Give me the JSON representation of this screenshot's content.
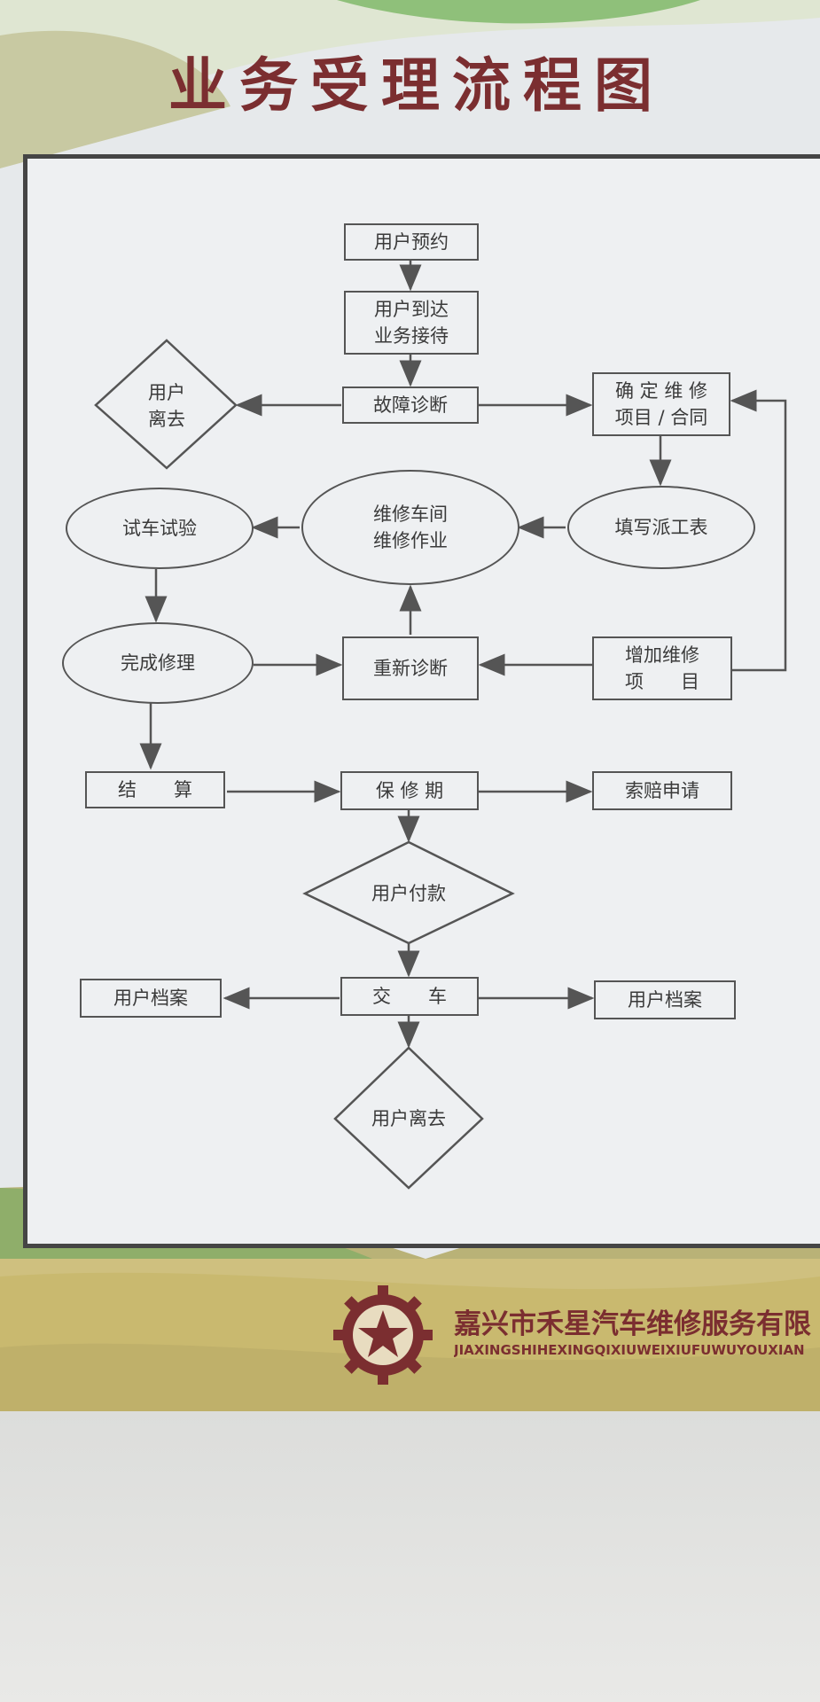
{
  "title": "业务受理流程图",
  "company": {
    "name": "嘉兴市禾星汽车维修服务有限",
    "pinyin": "JIAXINGSHIHEXINGQIXIUWEIXIUFUWUYOUXIAN"
  },
  "nodes": {
    "appointment": "用户预约",
    "arrival": "用户到达\n业务接待",
    "diagnosis": "故障诊断",
    "leave1": "用户\n离去",
    "confirm": "确 定 维 修\n项目 / 合同",
    "dispatch": "填写派工表",
    "workshop": "维修车间\n维修作业",
    "test": "试车试验",
    "complete": "完成修理",
    "rediagnose": "重新诊断",
    "add_items": "增加维修\n项　　目",
    "settle": "结　　算",
    "warranty": "保 修 期",
    "claim": "索赔申请",
    "payment": "用户付款",
    "archive_left": "用户档案",
    "delivery": "交　　车",
    "archive_right": "用户档案",
    "leave2": "用户离去"
  },
  "colors": {
    "title": "#7b2e30",
    "line": "#555555",
    "board": "#eef0f2"
  },
  "icons": {
    "logo": "gear-star-logo-icon"
  }
}
